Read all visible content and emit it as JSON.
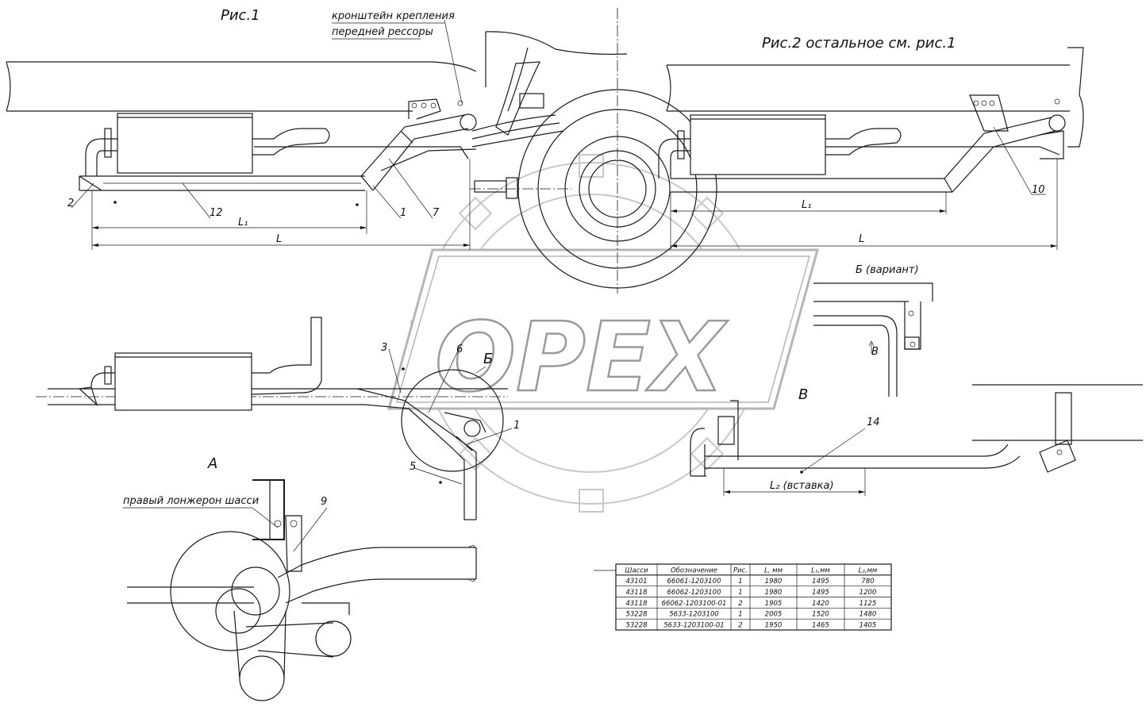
{
  "fig1": {
    "title": "Рис.1",
    "note_line1": "кронштейн крепления",
    "note_line2": "передней рессоры",
    "positions": [
      "2",
      "12",
      "1",
      "7"
    ],
    "dim_l1": "L₁",
    "dim_l": "L"
  },
  "fig2": {
    "title": "Рис.2 остальное см. рис.1",
    "positions": [
      "10"
    ],
    "dim_l1": "L₁",
    "dim_l": "L"
  },
  "plan": {
    "positions": [
      "3",
      "6",
      "1",
      "5"
    ],
    "section_b": "Б"
  },
  "view_a": {
    "title": "А",
    "note": "правый лонжерон шасси",
    "positions": [
      "9"
    ]
  },
  "view_b_variant": {
    "title": "Б (вариант)",
    "arrow_label": "В"
  },
  "view_v": {
    "title": "В",
    "positions": [
      "14"
    ],
    "dim_l2": "L₂ (вставка)"
  },
  "watermark": {
    "text": "OPEX"
  },
  "spec_table": {
    "headers": [
      "Шасси",
      "Обозначение",
      "Рис.",
      "L, мм",
      "L₁,мм",
      "L₂,мм"
    ],
    "rows": [
      [
        "43101",
        "66061-1203100",
        "1",
        "1980",
        "1495",
        "780"
      ],
      [
        "43118",
        "66062-1203100",
        "1",
        "1980",
        "1495",
        "1200"
      ],
      [
        "43118",
        "66062-1203100-01",
        "2",
        "1905",
        "1420",
        "1125"
      ],
      [
        "53228",
        "5633-1203100",
        "1",
        "2005",
        "1520",
        "1480"
      ],
      [
        "53228",
        "5633-1203100-01",
        "2",
        "1950",
        "1465",
        "1405"
      ]
    ]
  }
}
